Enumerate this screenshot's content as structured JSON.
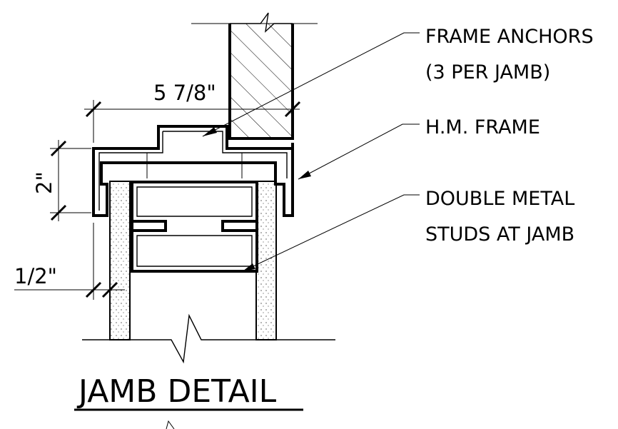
{
  "labels": {
    "frame_anchors_line1": "FRAME ANCHORS",
    "frame_anchors_line2": "(3 PER JAMB)",
    "hm_frame": "H.M. FRAME",
    "double_studs_line1": "DOUBLE METAL",
    "double_studs_line2": "STUDS AT JAMB"
  },
  "dimensions": {
    "frame_width": "5 7/8\"",
    "frame_depth": "2\"",
    "drywall_thickness": "1/2\""
  },
  "title": "JAMB DETAIL"
}
